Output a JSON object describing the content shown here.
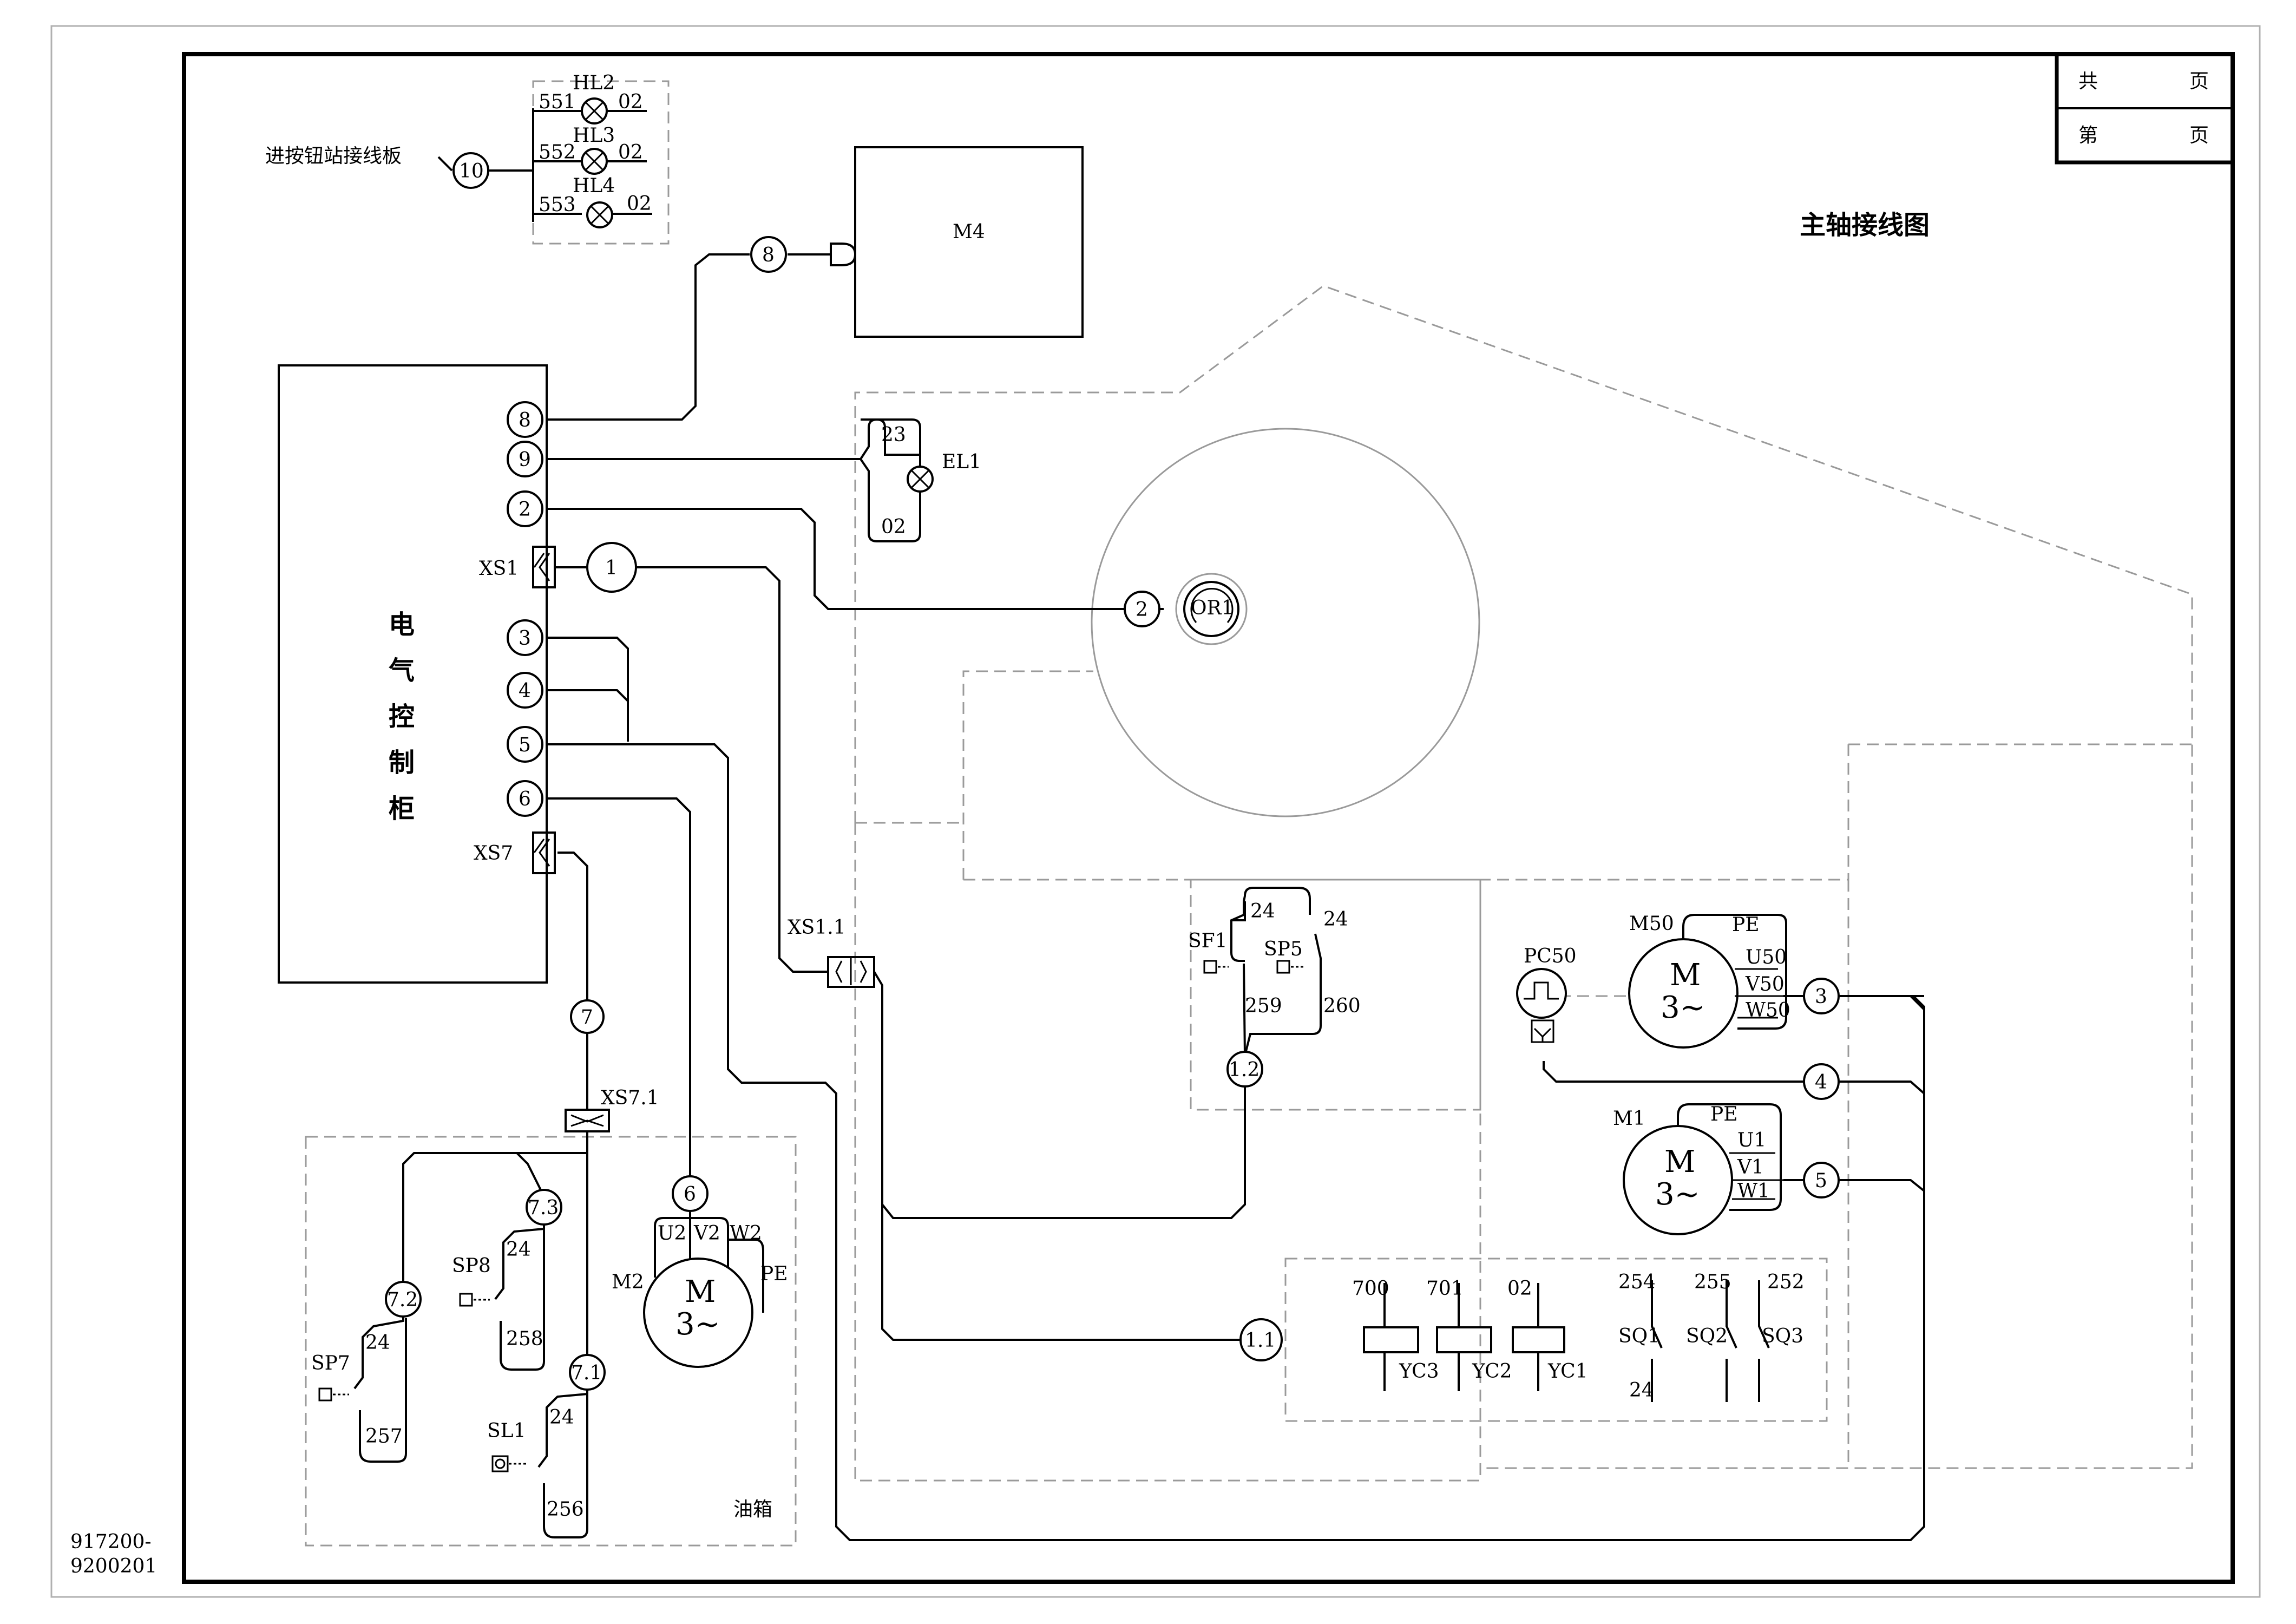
{
  "title": "主轴接线图",
  "title_block": {
    "total": "共",
    "page": "第",
    "unit1": "页",
    "unit2": "页"
  },
  "drawing_number": {
    "line1": "917200-",
    "line2": "9200201"
  },
  "cabinet": {
    "chars": [
      "电",
      "气",
      "控",
      "制",
      "柜"
    ]
  },
  "connectors": {
    "xs1": "XS1",
    "xs7": "XS7",
    "xs1_1": "XS1.1",
    "xs7_1": "XS7.1"
  },
  "button_board": {
    "label": "进按钮站接线板",
    "terminal": "10",
    "lamps": [
      {
        "name": "HL2",
        "left": "551",
        "right": "02"
      },
      {
        "name": "HL3",
        "left": "552",
        "right": "02"
      },
      {
        "name": "HL4",
        "left": "553",
        "right": "02"
      }
    ]
  },
  "motors": {
    "m4": {
      "name": "M4"
    },
    "m50": {
      "name": "M50",
      "m": "M",
      "phase": "3~",
      "pe": "PE",
      "u": "U50",
      "v": "V50",
      "w": "W50"
    },
    "m1": {
      "name": "M1",
      "m": "M",
      "phase": "3~",
      "pe": "PE",
      "u": "U1",
      "v": "V1",
      "w": "W1"
    },
    "m2": {
      "name": "M2",
      "m": "M",
      "phase": "3~",
      "pe": "PE",
      "u": "U2",
      "v": "V2",
      "w": "W2"
    }
  },
  "terminals": {
    "t1": "1",
    "t2": "2",
    "t3": "3",
    "t4": "4",
    "t5": "5",
    "t6": "6",
    "t7": "7",
    "t8": "8",
    "t9": "9",
    "t8b": "8",
    "t1b": "1",
    "t2b": "2",
    "t3b": "3",
    "t4b": "4",
    "t5b": "5",
    "t6b": "6",
    "t7_1": "7.1",
    "t7_2": "7.2",
    "t7_3": "7.3",
    "t1_1": "1.1",
    "t1_2": "1.2"
  },
  "lamp_el1": {
    "name": "EL1",
    "top": "23",
    "bottom": "02"
  },
  "encoder": {
    "name": "OR1"
  },
  "switches": {
    "sf1": {
      "name": "SF1",
      "top": "24",
      "bottom": "259"
    },
    "sp5": {
      "name": "SP5",
      "top": "24",
      "bottom": "260"
    },
    "sp8": {
      "name": "SP8",
      "top": "24",
      "bottom": "258"
    },
    "sp7": {
      "name": "SP7",
      "top": "24",
      "bottom": "257"
    },
    "sl1": {
      "name": "SL1",
      "top": "24",
      "bottom": "256"
    }
  },
  "sensor": {
    "name": "PC50"
  },
  "solenoids": [
    {
      "wire": "700",
      "name": "YC3"
    },
    {
      "wire": "701",
      "name": "YC2"
    },
    {
      "wire": "02",
      "name": "YC1"
    }
  ],
  "limit_switches": {
    "sq1": {
      "name": "SQ1",
      "wire": "254"
    },
    "sq2": {
      "name": "SQ2",
      "wire": "255"
    },
    "sq3": {
      "name": "SQ3",
      "wire": "252"
    },
    "common": "24"
  },
  "oil_tank": {
    "label": "油箱"
  }
}
